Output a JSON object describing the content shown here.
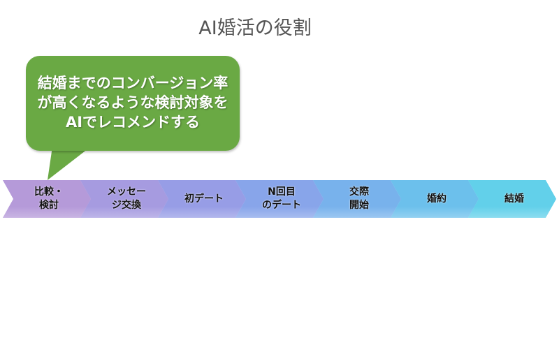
{
  "title": "AI婚活の役割",
  "callout": {
    "text": "結婚までのコンバージョン率\nが高くなるような検討対象を\nAIでレコメンドする",
    "color": "#6aa944"
  },
  "steps": [
    {
      "label": "比較・\n検討",
      "color": "#b59ad9"
    },
    {
      "label": "メッセー\nジ交換",
      "color": "#a69be0"
    },
    {
      "label": "初デート",
      "color": "#979de6"
    },
    {
      "label": "N回目\nのデート",
      "color": "#88a5ea"
    },
    {
      "label": "交際\n開始",
      "color": "#78b2ec"
    },
    {
      "label": "婚約",
      "color": "#6cc0ec"
    },
    {
      "label": "結婚",
      "color": "#62d0ea"
    }
  ]
}
